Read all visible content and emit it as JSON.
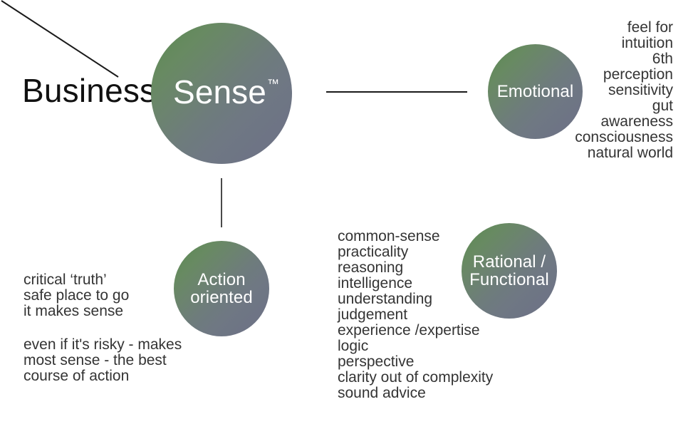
{
  "diagram": {
    "headline": {
      "prefix": "Business",
      "core": "Sense",
      "trademark": "™"
    },
    "nodes": {
      "hub": {
        "label": "Sense"
      },
      "emotional": {
        "label": "Emotional"
      },
      "action": {
        "label": "Action\noriented",
        "line1": "Action",
        "line2": "oriented"
      },
      "rational": {
        "label": "Rational /\nFunctional",
        "line1": "Rational /",
        "line2": "Functional"
      }
    },
    "lists": {
      "emotional": [
        "feel for",
        "intuition",
        "6th",
        "perception",
        "sensitivity",
        "gut",
        "awareness",
        "consciousness",
        "natural world"
      ],
      "rational": [
        "common-sense",
        "practicality",
        "reasoning",
        "intelligence",
        "understanding",
        "judgement",
        "experience /expertise",
        "logic",
        "perspective",
        "clarity out of complexity",
        "sound advice"
      ],
      "action_primary": [
        "critical ‘truth’",
        "safe place to go",
        "it makes sense"
      ],
      "action_secondary": [
        "even if it's risky - makes",
        "most sense - the best",
        "course of action"
      ]
    },
    "colors": {
      "gradient_start": "#5f8a57",
      "gradient_end": "#6d7384",
      "connector": "#1a1a1a",
      "connector_vertical": "#4a4a4a",
      "headline_text": "#111111",
      "list_text": "#343434",
      "node_text": "#ffffff",
      "background": "#ffffff"
    }
  }
}
